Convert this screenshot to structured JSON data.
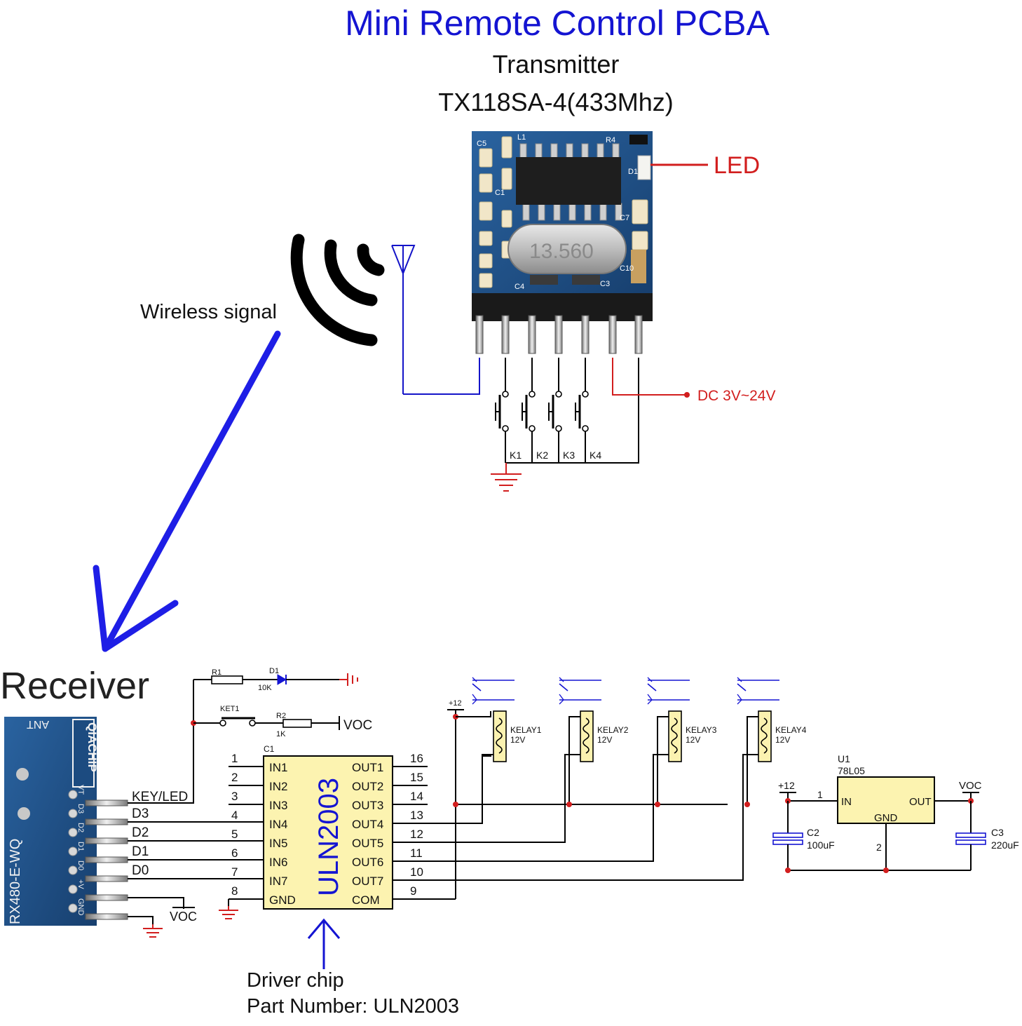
{
  "header": {
    "title": "Mini Remote Control PCBA",
    "subtitle": "Transmitter",
    "model": "TX118SA-4(433Mhz)"
  },
  "colors": {
    "title": "#1414d2",
    "arrow": "#1e1ee6",
    "red": "#d21e1e",
    "pcb": "#1c4f86",
    "relay": "#fbf2b0",
    "chip": "#fcf3b0"
  },
  "transmitter": {
    "led_label": "LED",
    "power_label": "DC 3V~24V",
    "crystal_text": "13.560",
    "silk": {
      "c5": "C5",
      "l1": "L1",
      "r4": "R4",
      "c7": "C7",
      "c10": "C10",
      "c3": "C3",
      "c4": "C4",
      "d1": "D1",
      "c1": "C1"
    },
    "keys": [
      "K1",
      "K2",
      "K3",
      "K4"
    ]
  },
  "wireless_label": "Wireless signal",
  "receiver": {
    "title": "Receiver",
    "module_model": "RX480-E-WQ",
    "brand": "QIACHIP",
    "ant": "ANT",
    "pins": [
      "VT",
      "D3",
      "D2",
      "D1",
      "D0",
      "+V",
      "GND"
    ],
    "nets": {
      "key_led": "KEY/LED",
      "d3": "D3",
      "d2": "D2",
      "d1": "D1",
      "d0": "D0",
      "voc": "VOC"
    }
  },
  "top_circuit": {
    "r1": "R1",
    "r1_value": "10K",
    "d1": "D1",
    "ket1": "KET1",
    "r2": "R2",
    "r2_value": "1K",
    "voc": "VOC"
  },
  "chip": {
    "ref": "C1",
    "name": "ULN2003",
    "left_pins": [
      {
        "num": "1",
        "name": "IN1"
      },
      {
        "num": "2",
        "name": "IN2"
      },
      {
        "num": "3",
        "name": "IN3"
      },
      {
        "num": "4",
        "name": "IN4"
      },
      {
        "num": "5",
        "name": "IN5"
      },
      {
        "num": "6",
        "name": "IN6"
      },
      {
        "num": "7",
        "name": "IN7"
      },
      {
        "num": "8",
        "name": "GND"
      }
    ],
    "right_pins": [
      {
        "num": "16",
        "name": "OUT1"
      },
      {
        "num": "15",
        "name": "OUT2"
      },
      {
        "num": "14",
        "name": "OUT3"
      },
      {
        "num": "13",
        "name": "OUT4"
      },
      {
        "num": "12",
        "name": "OUT5"
      },
      {
        "num": "11",
        "name": "OUT6"
      },
      {
        "num": "10",
        "name": "OUT7"
      },
      {
        "num": "9",
        "name": "COM"
      }
    ]
  },
  "relays": [
    {
      "name": "KELAY1",
      "voltage": "12V"
    },
    {
      "name": "KELAY2",
      "voltage": "12V"
    },
    {
      "name": "KELAY3",
      "voltage": "12V"
    },
    {
      "name": "KELAY4",
      "voltage": "12V"
    }
  ],
  "relay_supply": "+12",
  "regulator": {
    "ref": "U1",
    "part": "78L05",
    "in": "IN",
    "out": "OUT",
    "gnd": "GND",
    "pin1": "1",
    "pin2": "2",
    "vin": "+12",
    "vout": "VOC",
    "c2": "C2",
    "c2_value": "100uF",
    "c3": "C3",
    "c3_value": "220uF"
  },
  "driver_note": {
    "line1": "Driver chip",
    "line2": "Part Number: ULN2003"
  }
}
